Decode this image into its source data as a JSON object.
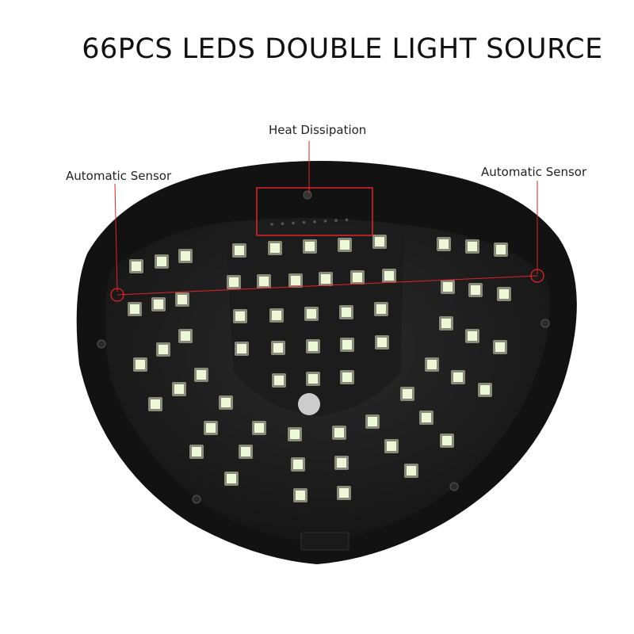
{
  "title": "66PCS LEDS DOUBLE LIGHT SOURCE",
  "labels": {
    "heat": "Heat Dissipation",
    "sensor_left": "Automatic Sensor",
    "sensor_right": "Automatic Sensor"
  },
  "led_count": 66,
  "colors": {
    "body": "#141414",
    "led": "#eef7d8",
    "annotation": "#e0242a"
  }
}
